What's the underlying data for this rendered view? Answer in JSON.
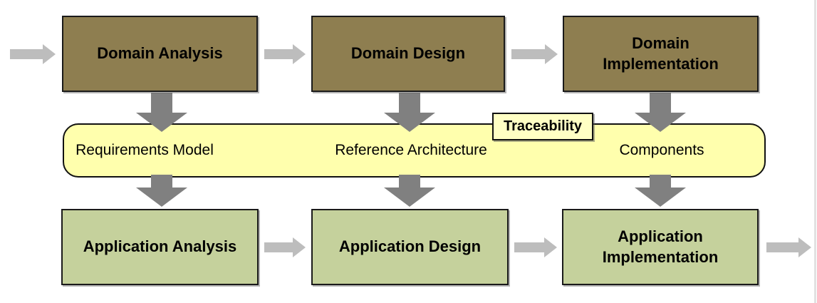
{
  "colors": {
    "domain_box": "#8E7E50",
    "application_box": "#C5D19C",
    "artifact_band": "#FFFFAD",
    "traceability_tag": "#FFFFC4",
    "arrow_dark": "#808080",
    "arrow_light": "#BDBDBD",
    "page_edge": "#e2e2e2"
  },
  "process": {
    "domain_row": [
      {
        "label": "Domain Analysis"
      },
      {
        "label": "Domain Design"
      },
      {
        "label": "Domain\nImplementation"
      }
    ],
    "artifact_band": {
      "tag": "Traceability",
      "items": [
        {
          "label": "Requirements Model"
        },
        {
          "label": "Reference Architecture"
        },
        {
          "label": "Components"
        }
      ]
    },
    "application_row": [
      {
        "label": "Application Analysis"
      },
      {
        "label": "Application Design"
      },
      {
        "label": "Application\nImplementation"
      }
    ]
  }
}
